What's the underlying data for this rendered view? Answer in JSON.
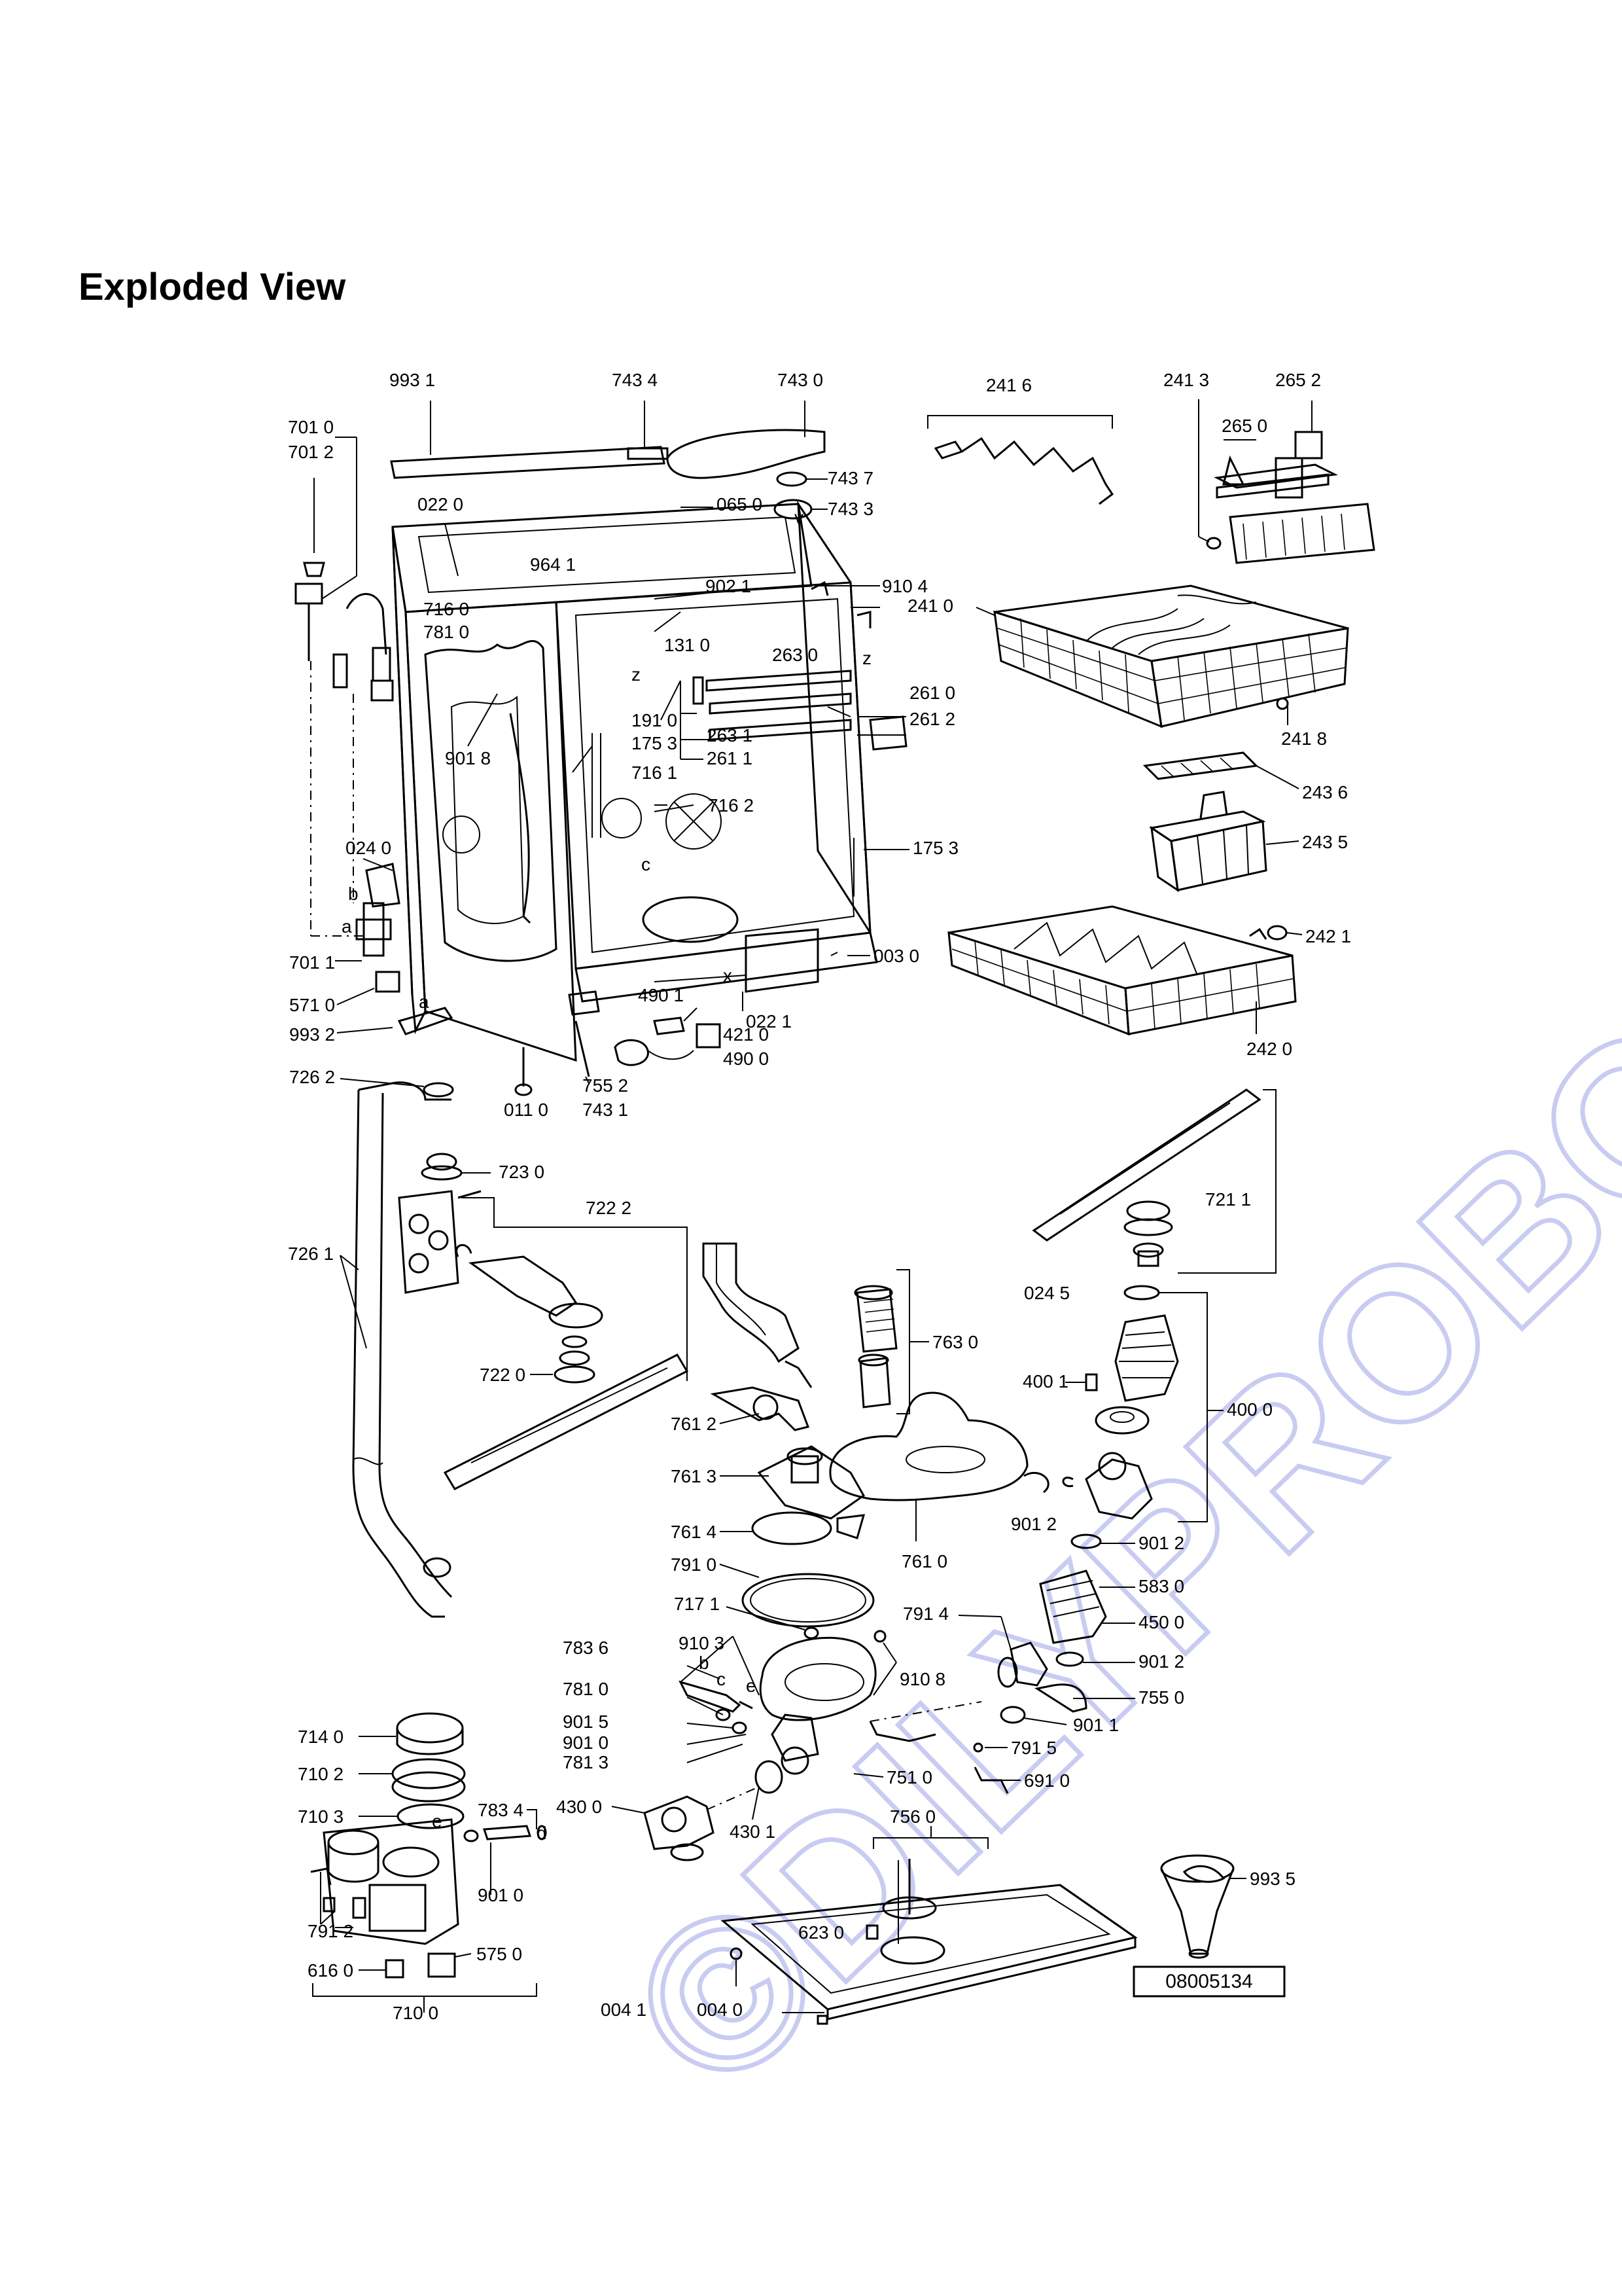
{
  "title": "Exploded View",
  "watermark": "©DILYPROBO.cz",
  "reference_number": "08005134",
  "part_labels": [
    "993 1",
    "743 4",
    "743 0",
    "241 6",
    "241 3",
    "265 2",
    "701 0",
    "701 2",
    "743 7",
    "265 0",
    "743 3",
    "022 0",
    "065 0",
    "964 1",
    "910 4",
    "902 1",
    "241 0",
    "716 0",
    "781 0",
    "131 0",
    "263 0",
    "261 0",
    "191 0",
    "261 2",
    "175 3",
    "263 1",
    "901 8",
    "261 1",
    "716 1",
    "716 2",
    "241 8",
    "243 6",
    "175 3",
    "024 0",
    "243 5",
    "003 0",
    "242 1",
    "701 1",
    "490 1",
    "022 1",
    "571 0",
    "421 0",
    "490 0",
    "993 2",
    "242 0",
    "726 2",
    "755 2",
    "743 1",
    "011 0",
    "723 0",
    "722 2",
    "721 1",
    "726 1",
    "024 5",
    "763 0",
    "722 0",
    "400 1",
    "400 0",
    "761 2",
    "761 3",
    "901 2",
    "761 4",
    "761 0",
    "901 2",
    "791 0",
    "583 0",
    "717 1",
    "791 4",
    "450 0",
    "783 6",
    "910 3",
    "910 8",
    "901 2",
    "781 0",
    "755 0",
    "901 5",
    "901 1",
    "714 0",
    "901 0",
    "791 5",
    "781 3",
    "751 0",
    "710 2",
    "691 0",
    "710 3",
    "783 4",
    "430 0",
    "430 1",
    "756 0",
    "901 0",
    "623 0",
    "993 5",
    "791 2",
    "575 0",
    "616 0",
    "004 1",
    "004 0",
    "710 0"
  ],
  "letter_marks": [
    "b",
    "a",
    "a",
    "z",
    "z",
    "c",
    "x",
    "v",
    "b",
    "c",
    "e",
    "d",
    "e"
  ]
}
